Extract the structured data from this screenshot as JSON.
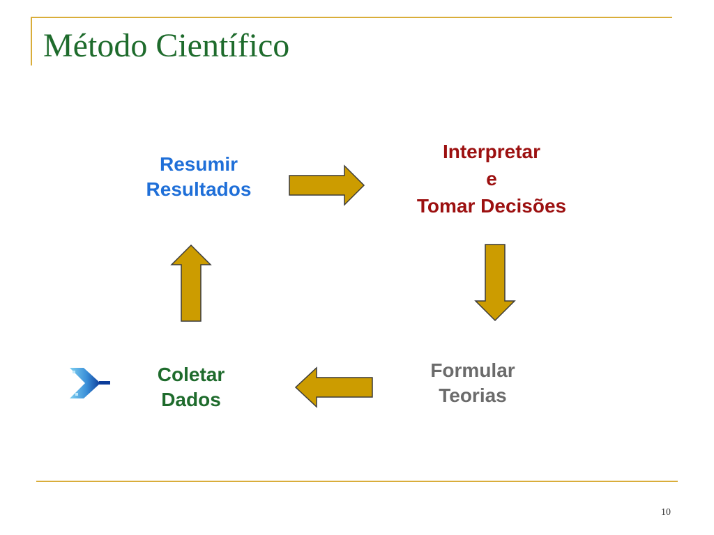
{
  "slide": {
    "title": "Método Científico",
    "page_number": "10"
  },
  "nodes": {
    "resumir": {
      "line1": "Resumir",
      "line2": "Resultados",
      "color": "#1f6fd8"
    },
    "interpretar": {
      "line1": "Interpretar",
      "line2": "e",
      "line3": "Tomar Decisões",
      "color": "#9c1010"
    },
    "formular": {
      "line1": "Formular",
      "line2": "Teorias",
      "color": "#6b6b6b"
    },
    "coletar": {
      "line1": "Coletar",
      "line2": "Dados",
      "color": "#1e6b2c"
    }
  },
  "arrows": [
    {
      "name": "arrow-right",
      "direction": "right",
      "from": "Resumir Resultados",
      "to": "Interpretar e Tomar Decisões"
    },
    {
      "name": "arrow-down",
      "direction": "down",
      "from": "Interpretar e Tomar Decisões",
      "to": "Formular Teorias"
    },
    {
      "name": "arrow-left",
      "direction": "left",
      "from": "Formular Teorias",
      "to": "Coletar Dados"
    },
    {
      "name": "arrow-up",
      "direction": "up",
      "from": "Coletar Dados",
      "to": "Resumir Resultados"
    }
  ],
  "icons": {
    "bullet": "arrowhead-bullet-icon"
  },
  "colors": {
    "accent_line": "#d9ad3a",
    "arrow_fill": "#cc9c00",
    "arrow_stroke": "#3a3a3a",
    "title": "#1e6b2c"
  }
}
